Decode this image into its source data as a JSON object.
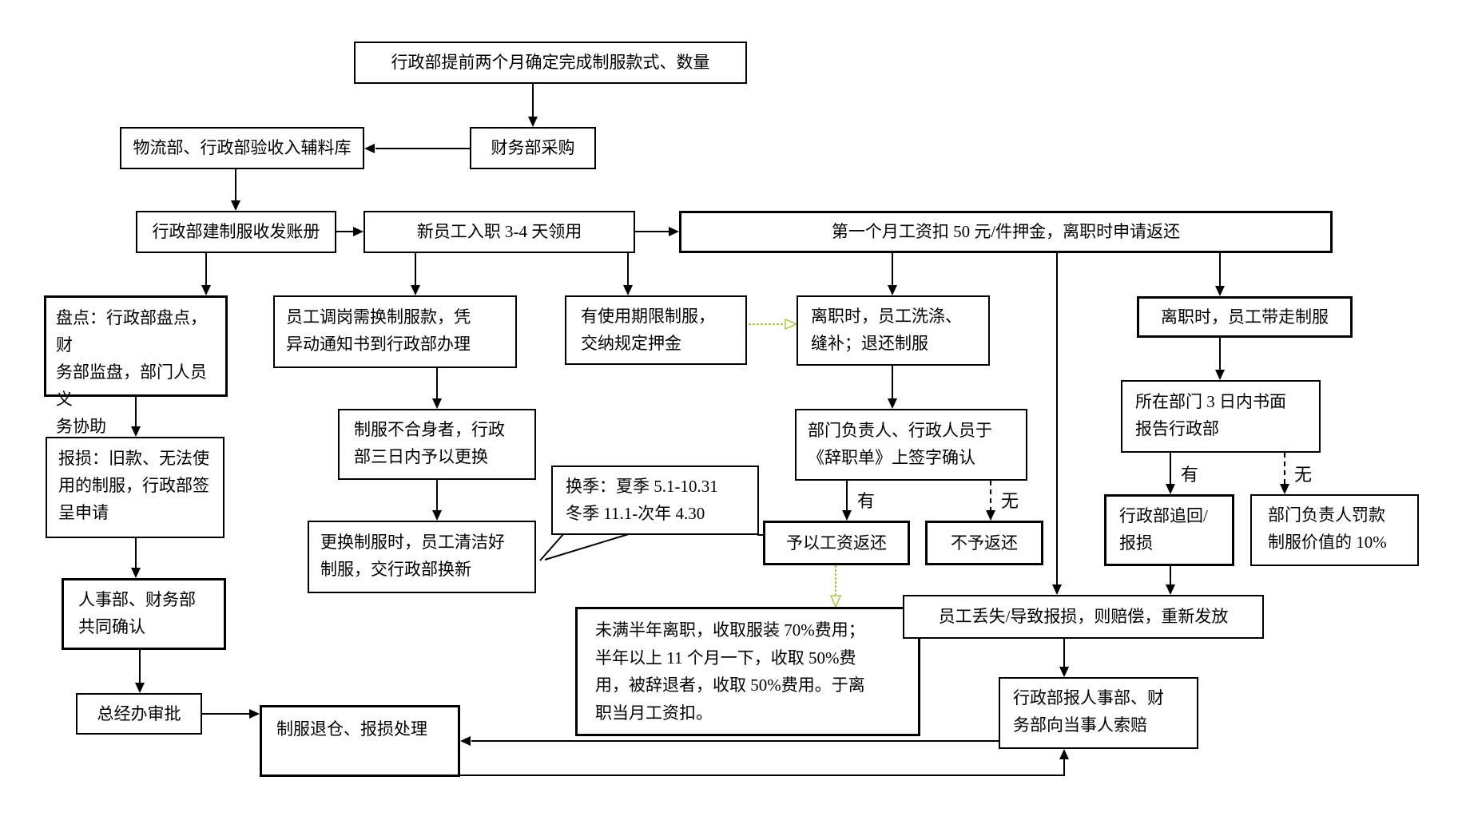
{
  "colors": {
    "line": "#000000",
    "green_arrow": "#b5c43e",
    "background": "#ffffff"
  },
  "nodes": {
    "top_plan": {
      "text": "行政部提前两个月确定完成制服款式、数量"
    },
    "receive": {
      "text": "物流部、行政部验收入辅料库"
    },
    "purchase": {
      "text": "财务部采购"
    },
    "ledger": {
      "text": "行政部建制服收发账册"
    },
    "new_emp": {
      "text": "新员工入职 3-4 天领用"
    },
    "deposit": {
      "text": "第一个月工资扣 50 元/件押金，离职时申请返还"
    },
    "inventory": {
      "lines": [
        "盘点：行政部盘点，财",
        "务部监盘，部门人员义",
        "务协助"
      ]
    },
    "transfer": {
      "lines": [
        "员工调岗需换制服款，凭",
        "异动通知书到行政部办理"
      ]
    },
    "term": {
      "lines": [
        "有使用期限制服，",
        "交纳规定押金"
      ]
    },
    "wash": {
      "lines": [
        "离职时，员工洗涤、",
        "缝补；退还制服"
      ]
    },
    "take": {
      "text": "离职时，员工带走制服"
    },
    "dept3": {
      "lines": [
        "所在部门 3 日内书面",
        "报告行政部"
      ]
    },
    "unfit": {
      "lines": [
        "制服不合身者，行政",
        "部三日内予以更换"
      ]
    },
    "sign": {
      "lines": [
        "部门负责人、行政人员于",
        "《辞职单》上签字确认"
      ]
    },
    "baosun": {
      "lines": [
        "报损：旧款、无法使",
        "用的制服，行政部签",
        "呈申请"
      ]
    },
    "callout": {
      "lines": [
        "换季：夏季 5.1-10.31",
        "冬季 11.1-次年 4.30"
      ]
    },
    "replace": {
      "lines": [
        "更换制服时，员工清洁好",
        "制服，交行政部换新"
      ]
    },
    "wage_return": {
      "text": "予以工资返还"
    },
    "no_return": {
      "text": "不予返还"
    },
    "recall": {
      "lines": [
        "行政部追回/",
        "报损"
      ]
    },
    "fine10": {
      "lines": [
        "部门负责人罚款",
        "制服价值的 10%"
      ]
    },
    "hr_confirm": {
      "lines": [
        "人事部、财务部",
        "共同确认"
      ]
    },
    "refund_fee": {
      "lines": [
        "未满半年离职，收取服装 70%费用；",
        "半年以上 11 个月一下，收取 50%费",
        "用，被辞退者，收取 50%费用。于离",
        "职当月工资扣。"
      ]
    },
    "lost": {
      "text": "员工丢失/导致报损，则赔偿，重新发放"
    },
    "gm_approve": {
      "text": "总经办审批"
    },
    "tuicang": {
      "text": "制服退仓、报损处理"
    },
    "suopei": {
      "lines": [
        "行政部报人事部、财",
        "务部向当事人索赔"
      ]
    }
  },
  "labels": {
    "sign_yes": "有",
    "sign_no": "无",
    "dept_yes": "有",
    "dept_no": "无"
  }
}
